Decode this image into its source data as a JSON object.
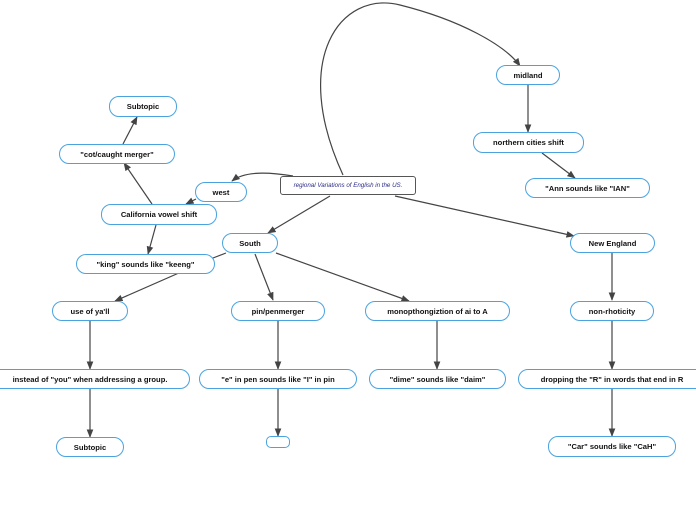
{
  "map": {
    "root": "regional Variations of English in the US.",
    "midland": "midland",
    "northern_cities_shift": "northern cities shift",
    "ann_ian": "\"Ann sounds like \"IAN\"",
    "west": "west",
    "california_vowel_shift": "California vowel shift",
    "cot_caught": "\"cot/caught merger\"",
    "subtopic_west": "Subtopic",
    "king_keeng": "\"king\" sounds like \"keeng\"",
    "south": "South",
    "yall": "use of ya'll",
    "instead_of_you": "instead of \"you\" when addressing a group.",
    "subtopic_south": "Subtopic",
    "pin_pen": "pin/penmerger",
    "e_in_pen": "\"e\" in pen sounds like \"I\" in pin",
    "empty_node": "",
    "monophthong": "monopthongiztion of ai to A",
    "dime_daim": "\"dime\" sounds like \"daim\"",
    "new_england": "New England",
    "non_rhoticity": "non-rhoticity",
    "dropping_r": "dropping the \"R\" in words that end in R",
    "car_cah": "\"Car\" sounds like \"CaH\""
  },
  "colors": {
    "node_border": "#4aa3df",
    "root_border": "#555555",
    "edge": "#444444",
    "root_text": "#2c2c86"
  }
}
